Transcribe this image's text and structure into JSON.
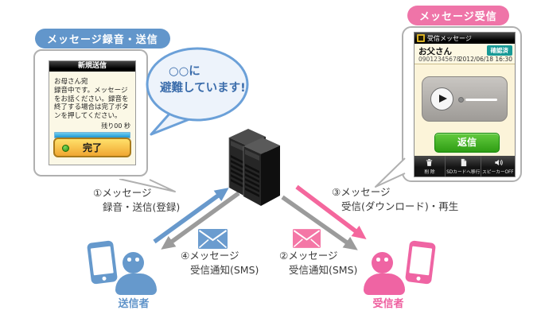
{
  "colors": {
    "sender_blue": "#6699cc",
    "receiver_pink": "#ef72a8",
    "arrow_gray": "#9b9b9b",
    "bubble_fill": "#edf3fb",
    "bubble_border": "#6ba0d8",
    "bubble_text": "#3a6cab",
    "status_teal": "#189a97",
    "done_button_yellow": "#f0a732",
    "reply_button_green": "#2f9e14"
  },
  "icons": {
    "server": "server-towers",
    "envelope": "mail-envelope",
    "play": "play-triangle",
    "trash": "trash-can",
    "sd_card": "sd-card-page",
    "speaker": "speaker-volume"
  },
  "sender_flow": {
    "badge": "メッセージ録音・送信",
    "phone": {
      "header": "新規送信",
      "recipient": "お母さん宛",
      "instructions": "録音中です。メッセージをお話ください。録音を終了する場合は完了ボタンを押してください。",
      "remaining": "残り00 秒",
      "done_button": "完了"
    },
    "bubble": {
      "line1": "○○に",
      "line2": "避難しています!"
    },
    "actor": "送信者"
  },
  "receiver_flow": {
    "badge": "メッセージ受信",
    "phone": {
      "header": "受信メッセージ",
      "sender_name": "お父さん",
      "sender_number": "09012345678",
      "status": "確認済",
      "datetime": "2012/06/18 16:30",
      "reply_button": "返信",
      "toolbar": [
        "削 除",
        "SDカードへ移行",
        "スピーカーOFF"
      ]
    },
    "actor": "受信者"
  },
  "steps": {
    "s1": {
      "line1": "①メッセージ",
      "line2": "録音・送信(登録)"
    },
    "s2": {
      "line1": "②メッセージ",
      "line2": "受信通知(SMS)"
    },
    "s3": {
      "line1": "③メッセージ",
      "line2": "受信(ダウンロード)・再生"
    },
    "s4": {
      "line1": "④メッセージ",
      "line2": "受信通知(SMS)"
    }
  }
}
